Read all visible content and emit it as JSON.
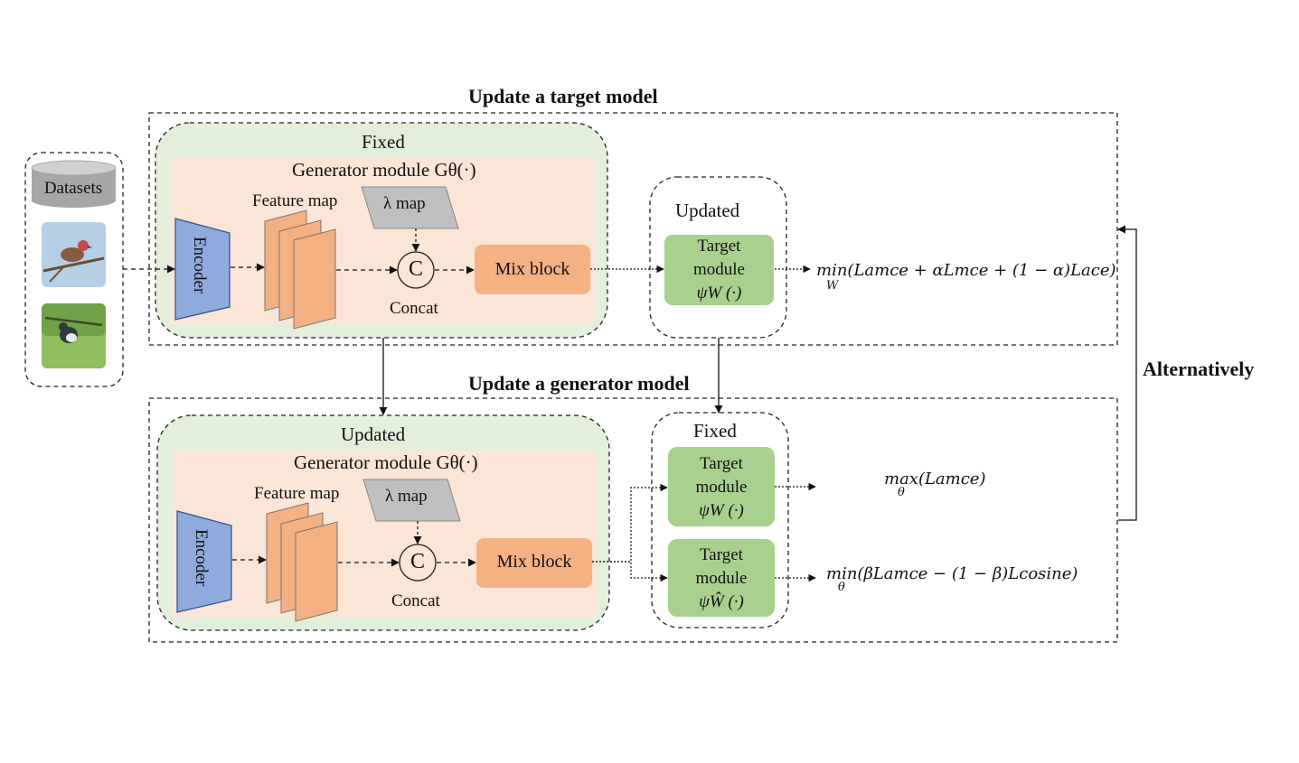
{
  "top": {
    "section_title": "Update a target model",
    "generator_state": "Fixed",
    "generator_label": "Generator module Gθ(·)",
    "feature_map": "Feature map",
    "lambda_map": "λ map",
    "encoder": "Encoder",
    "concat_symbol": "C",
    "concat_label": "Concat",
    "mix_block": "Mix block",
    "target_state": "Updated",
    "target_module_line1": "Target",
    "target_module_line2": "module",
    "target_module_line3": "ψW (·)",
    "objective": "min(Lamce + αLmce + (1 − α)Lace)",
    "objective_sub": "W"
  },
  "bottom": {
    "section_title": "Update a generator model",
    "generator_state": "Updated",
    "generator_label": "Generator module Gθ(·)",
    "feature_map": "Feature map",
    "lambda_map": "λ map",
    "encoder": "Encoder",
    "concat_symbol": "C",
    "concat_label": "Concat",
    "mix_block": "Mix block",
    "target_state": "Fixed",
    "target_a_line1": "Target",
    "target_a_line2": "module",
    "target_a_line3": "ψW (·)",
    "target_b_line1": "Target",
    "target_b_line2": "module",
    "target_b_line3": "ψŴ (·)",
    "objective_a": "max(Lamce)",
    "objective_a_sub": "θ",
    "objective_b": "min(βLamce − (1 − β)Lcosine)",
    "objective_b_sub": "θ"
  },
  "datasets_label": "Datasets",
  "alternatively": "Alternatively",
  "colors": {
    "green_panel": "#e3eedb",
    "peach_panel": "#fbe5d6",
    "encoder_blue": "#8faadc",
    "orange": "#f4b183",
    "target_green": "#a9d18e",
    "lambda_gray": "#bfbfbf",
    "db_gray": "#a6a6a6"
  }
}
